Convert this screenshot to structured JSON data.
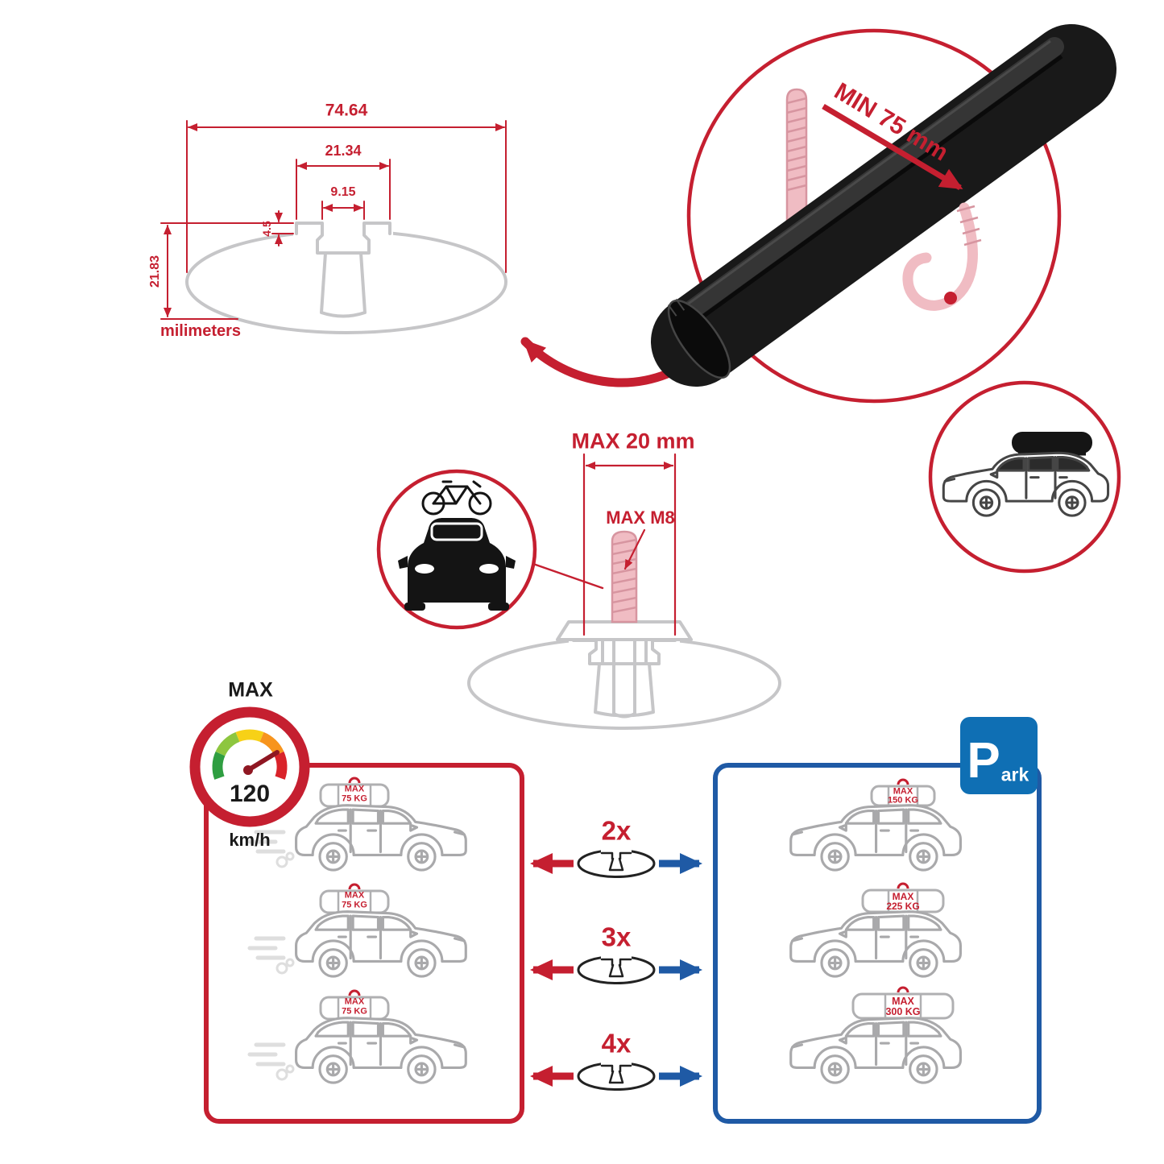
{
  "colors": {
    "red": "#c51f30",
    "blue": "#1f5aa5",
    "park_blue": "#0f6fb4",
    "line_gray": "#c6c6c8",
    "bar_black": "#181818"
  },
  "dimension_diagram": {
    "total_width": "74.64",
    "channel_width": "21.34",
    "slot_width": "9.15",
    "lip_height": "4.5",
    "total_height": "21.83",
    "units_label": "milimeters"
  },
  "bar_view": {
    "min_span_label": "MIN 75 mm"
  },
  "bolt_spec": {
    "max_length_label": "MAX 20 mm",
    "max_thread_label": "MAX M8"
  },
  "speed_limit": {
    "label": "MAX",
    "value": "120",
    "unit": "km/h"
  },
  "park_sign": {
    "initial": "P",
    "rest": "ark"
  },
  "capacity": {
    "rows": [
      {
        "multiplier": "2x",
        "dynamic_label": "MAX",
        "dynamic_load": "75 KG",
        "static_label": "MAX",
        "static_load": "150 KG"
      },
      {
        "multiplier": "3x",
        "dynamic_label": "MAX",
        "dynamic_load": "75 KG",
        "static_label": "MAX",
        "static_load": "225 KG"
      },
      {
        "multiplier": "4x",
        "dynamic_label": "MAX",
        "dynamic_load": "75 KG",
        "static_label": "MAX",
        "static_load": "300 KG"
      }
    ]
  },
  "icons": {
    "speed_gauge": "speedometer-icon",
    "parking": "park-sign-icon",
    "bike_on_car": "car-with-bike-icon",
    "suv_with_roofbox": "suv-roofbox-icon",
    "crossbar_profile": "crossbar-profile-icon",
    "left_arrow": "red-arrow-icon",
    "right_arrow": "blue-arrow-icon"
  }
}
